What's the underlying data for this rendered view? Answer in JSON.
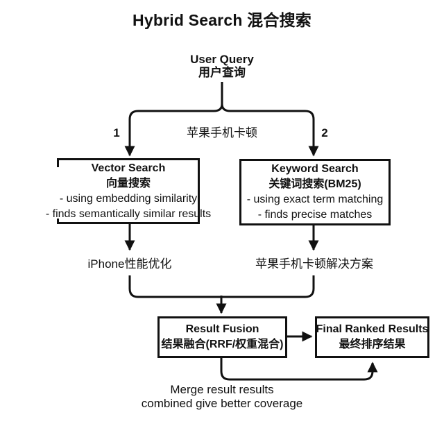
{
  "title": "Hybrid Search 混合搜索",
  "user_query": {
    "en": "User Query",
    "zh": "用户查询"
  },
  "branch": {
    "left_label": "1",
    "right_label": "2",
    "query_text": "苹果手机卡顿"
  },
  "vector_box": {
    "title_en": "Vector Search",
    "title_zh": "向量搜索",
    "bullet1": "- using embedding similarity",
    "bullet2": "- finds semantically similar results"
  },
  "keyword_box": {
    "title_en": "Keyword Search",
    "title_zh": "关键词搜索(BM25)",
    "bullet1": "- using exact term matching",
    "bullet2": "- finds precise matches"
  },
  "results": {
    "vector_result": "iPhone性能优化",
    "keyword_result": "苹果手机卡顿解决方案"
  },
  "fusion_box": {
    "title_en": "Result Fusion",
    "title_zh": "结果融合(RRF/权重混合)"
  },
  "final_box": {
    "title_en": "Final Ranked Results",
    "title_zh": "最终排序结果"
  },
  "caption": {
    "line1": "Merge result results",
    "line2": "combined give better coverage"
  },
  "colors": {
    "background": "#ffffff",
    "stroke": "#111111",
    "text": "#111111"
  }
}
